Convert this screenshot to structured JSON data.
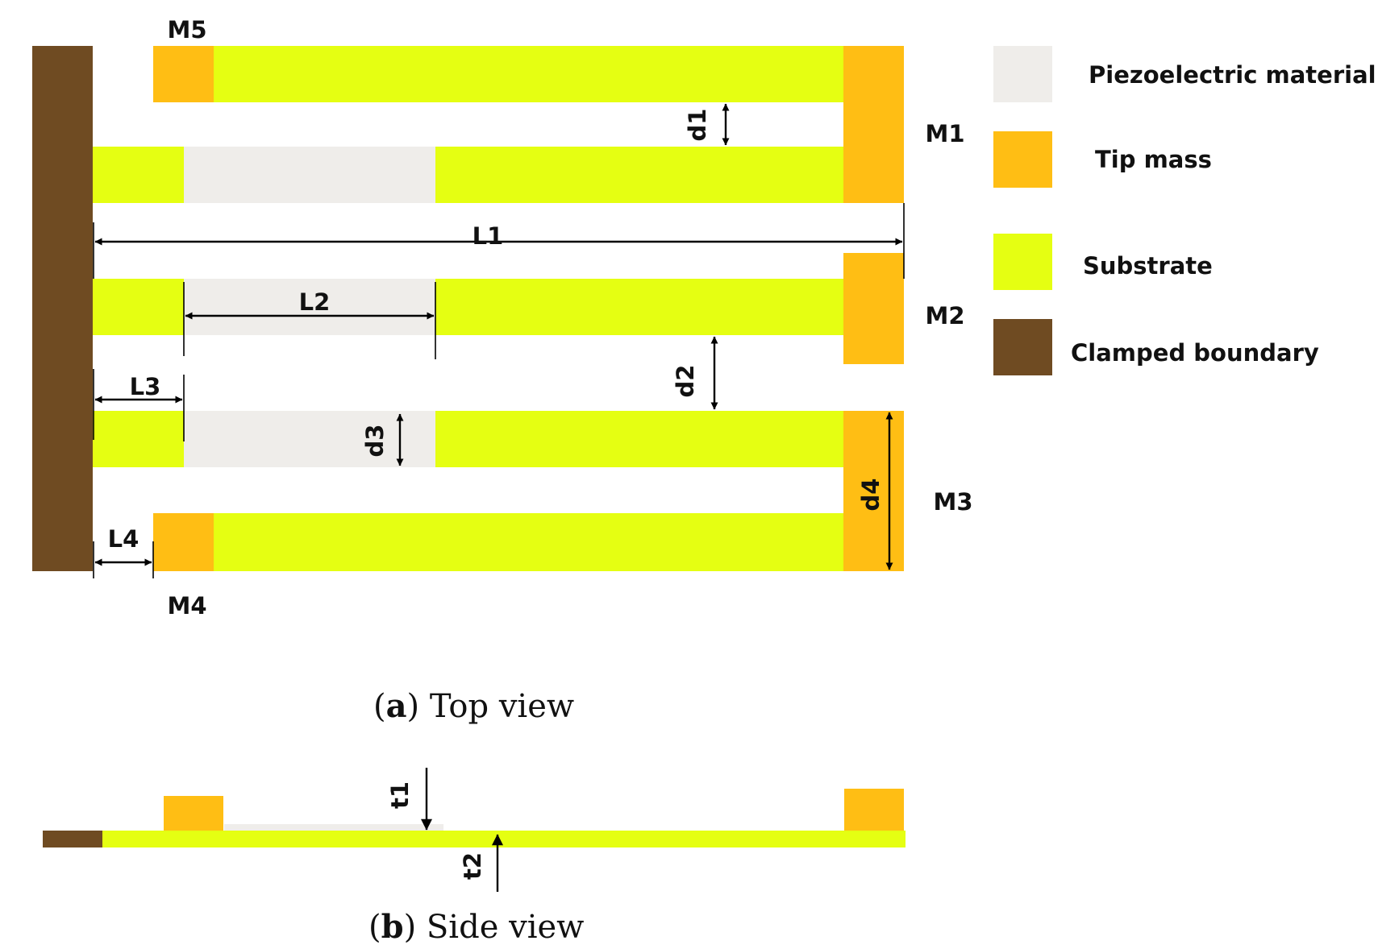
{
  "colors": {
    "clamp": "#6f4b22",
    "substrate": "#e5ff12",
    "tip_mass": "#ffbe14",
    "piezo": "#efedea",
    "line": "#000000"
  },
  "top_view": {
    "mass_labels": {
      "m1": "M1",
      "m2": "M2",
      "m3": "M3",
      "m4": "M4",
      "m5": "M5"
    },
    "dimension_labels": {
      "l1": "L1",
      "l2": "L2",
      "l3": "L3",
      "l4": "L4",
      "d1": "d1",
      "d2": "d2",
      "d3": "d3",
      "d4": "d4"
    },
    "caption": {
      "letter": "a",
      "text": " Top view"
    }
  },
  "side_view": {
    "dimension_labels": {
      "t1": "t1",
      "t2": "t2"
    },
    "caption": {
      "letter": "b",
      "text": " Side view"
    }
  },
  "legend": [
    {
      "label": "Piezoelectric material",
      "color": "#efedea"
    },
    {
      "label": "Tip mass",
      "color": "#ffbe14"
    },
    {
      "label": "Substrate",
      "color": "#e5ff12"
    },
    {
      "label": "Clamped boundary",
      "color": "#6f4b22"
    }
  ]
}
